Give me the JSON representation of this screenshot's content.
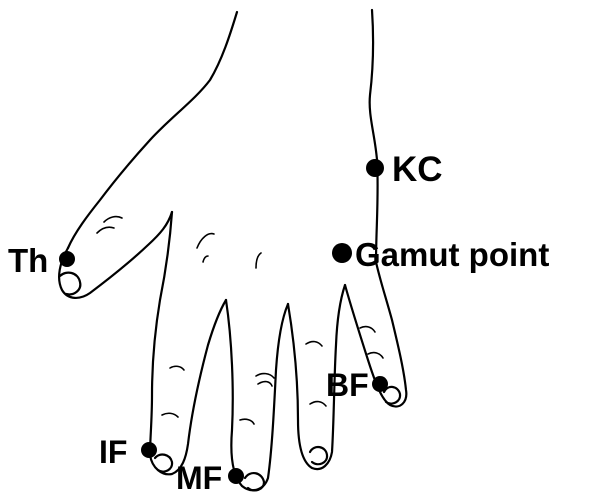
{
  "diagram": {
    "points": [
      {
        "key": "kc",
        "label": "KC"
      },
      {
        "key": "gamut",
        "label": "Gamut point"
      },
      {
        "key": "thumb",
        "label": "Th"
      },
      {
        "key": "bf",
        "label": "BF"
      },
      {
        "key": "if",
        "label": "IF"
      },
      {
        "key": "mf",
        "label": "MF"
      }
    ]
  }
}
